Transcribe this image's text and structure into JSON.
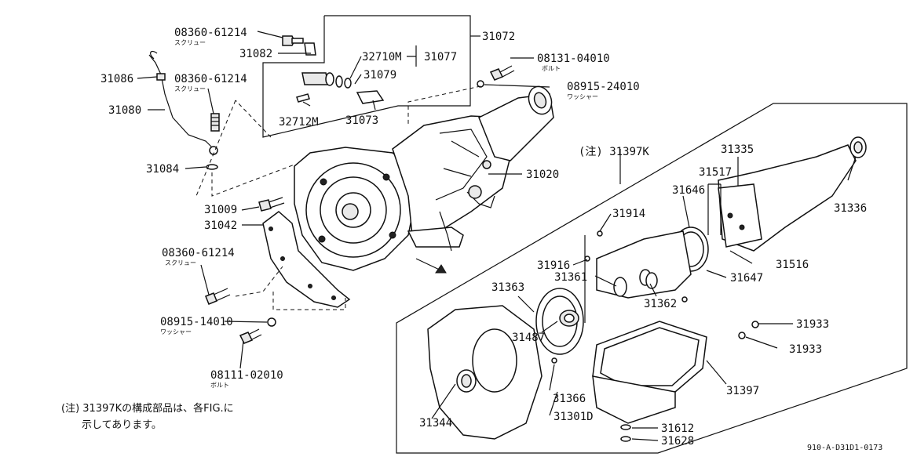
{
  "labels": {
    "l08360_61214_a": "08360-61214",
    "l08360_61214_a_sub": "スクリュー",
    "l31082": "31082",
    "l31072": "31072",
    "l32710M": "32710M",
    "l31077": "31077",
    "l31079": "31079",
    "l32712M": "32712M",
    "l31073": "31073",
    "l08131_04010": "08131-04010",
    "l08131_04010_sub": "ボルト",
    "l08915_24010": "08915-24010",
    "l08915_24010_sub": "ワッシャー",
    "l31086": "31086",
    "l08360_61214_b": "08360-61214",
    "l08360_61214_b_sub": "スクリュー",
    "l31080": "31080",
    "l31084": "31084",
    "l31020": "31020",
    "l31009": "31009",
    "l31042": "31042",
    "l08360_61214_c": "08360-61214",
    "l08360_61214_c_sub": "スクリュー",
    "l08915_14010": "08915-14010",
    "l08915_14010_sub": "ワッシャー",
    "l08111_02010": "08111-02010",
    "l08111_02010_sub": "ボルト",
    "l31397K": "(注) 31397K",
    "l31335": "31335",
    "l31517": "31517",
    "l31646": "31646",
    "l31336": "31336",
    "l31914": "31914",
    "l31516": "31516",
    "l31916": "31916",
    "l31361": "31361",
    "l31647": "31647",
    "l31363": "31363",
    "l31362": "31362",
    "l31933_a": "31933",
    "l31487": "31487",
    "l31933_b": "31933",
    "l31397": "31397",
    "l31366": "31366",
    "l31344": "31344",
    "l31301D": "31301D",
    "l31612": "31612",
    "l31628": "31628"
  },
  "note": {
    "line1": "(注) 31397Kの構成部品は、各FIG.に",
    "line2": "示してあります。"
  },
  "ref_code": "910-A-D31D1-0173"
}
